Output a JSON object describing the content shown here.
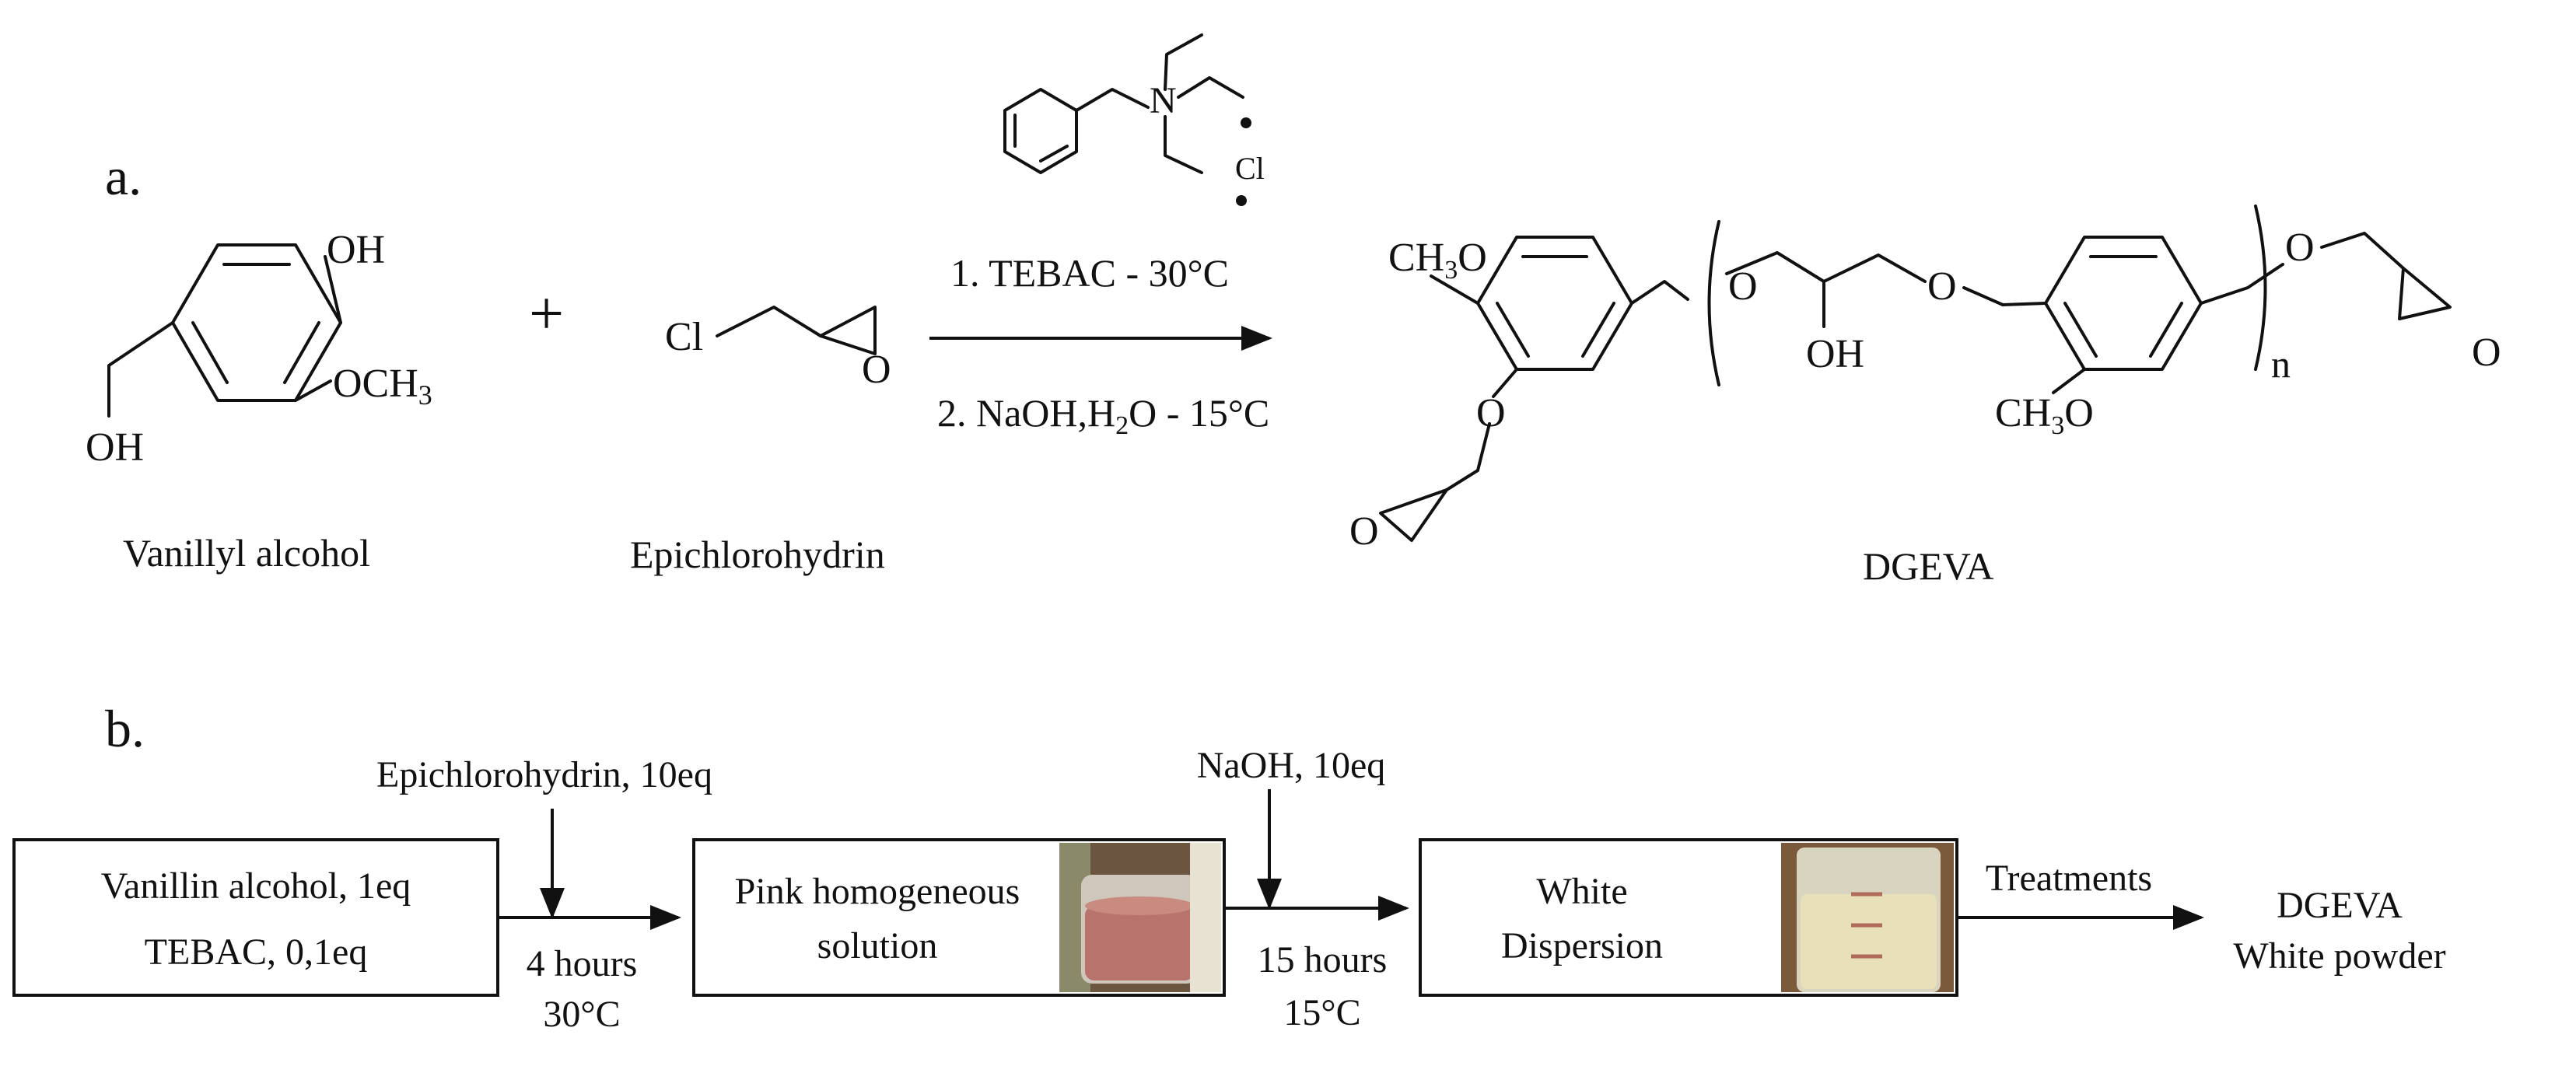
{
  "panel_a": {
    "label": "a.",
    "reactant1": {
      "name": "Vanillyl alcohol",
      "oh_top": "OH",
      "och3": "OCH",
      "och3_sub": "3",
      "oh_bottom": "OH"
    },
    "plus": "+",
    "reactant2": {
      "name": "Epichlorohydrin",
      "cl": "Cl",
      "o": "O"
    },
    "catalyst": {
      "n": "N",
      "cl": "Cl"
    },
    "conditions": {
      "step1": "1. TEBAC - 30°C",
      "step2_a": "2. NaOH,H",
      "step2_sub": "2",
      "step2_b": "O - 15°C"
    },
    "product": {
      "name": "DGEVA",
      "ch3o_a": "CH",
      "ch3o_a_sub": "3",
      "ch3o_a_o": "O",
      "o1": "O",
      "oh": "OH",
      "o2": "O",
      "n": "n",
      "o3": "O",
      "o_ep_right": "O",
      "o_ph": "O",
      "o_ep_left": "O",
      "ch3o_b": "CH",
      "ch3o_b_sub": "3",
      "ch3o_b_o": "O"
    }
  },
  "panel_b": {
    "label": "b.",
    "box1": {
      "line1": "Vanillin alcohol, 1eq",
      "line2": "TEBAC, 0,1eq"
    },
    "reagent1": "Epichlorohydrin, 10eq",
    "step1": {
      "time": "4 hours",
      "temp": "30°C"
    },
    "box2": {
      "line1": "Pink homogeneous",
      "line2": "solution"
    },
    "reagent2": "NaOH, 10eq",
    "step2": {
      "time": "15 hours",
      "temp": "15°C"
    },
    "box3": {
      "line1": "White",
      "line2": "Dispersion"
    },
    "step3": "Treatments",
    "result": {
      "line1": "DGEVA",
      "line2": "White powder"
    }
  },
  "colors": {
    "pink_solution": "#b8746c",
    "white_dispersion": "#e8e0b8",
    "photo_bg_brown": "#7a5a3a"
  }
}
